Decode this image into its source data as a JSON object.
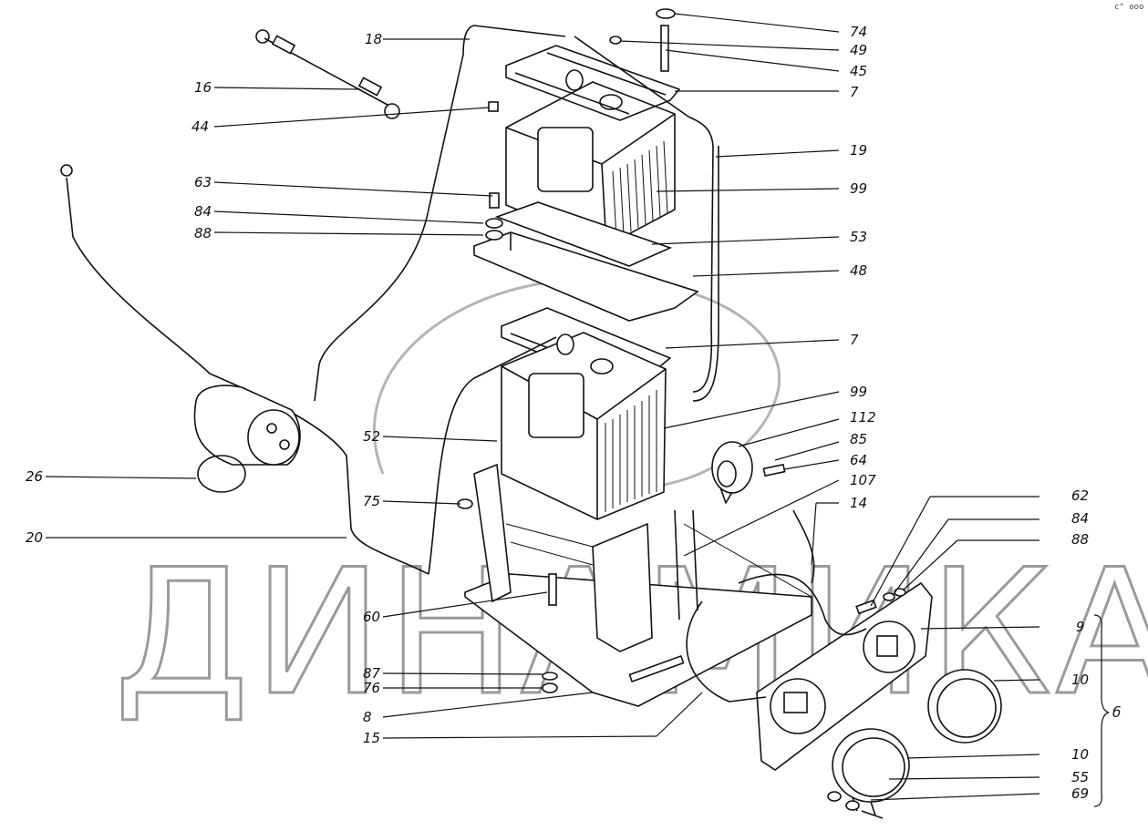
{
  "watermark": "ДИНАМИКА 76",
  "corner_mark": "c° ooo",
  "group_label": "б",
  "callouts": {
    "c74": "74",
    "c49": "49",
    "c45": "45",
    "c7a": "7",
    "c19": "19",
    "c99a": "99",
    "c53": "53",
    "c48": "48",
    "c7b": "7",
    "c99b": "99",
    "c112": "112",
    "c85": "85",
    "c64": "64",
    "c107": "107",
    "c14": "14",
    "c62": "62",
    "c84b": "84",
    "c88b": "88",
    "c9": "9",
    "c10a": "10",
    "c10b": "10",
    "c55": "55",
    "c69": "69",
    "c18": "18",
    "c16": "16",
    "c44": "44",
    "c63": "63",
    "c84a": "84",
    "c88a": "88",
    "c26": "26",
    "c20": "20",
    "c52": "52",
    "c75": "75",
    "c60": "60",
    "c87": "87",
    "c76": "76",
    "c8": "8",
    "c15": "15"
  }
}
